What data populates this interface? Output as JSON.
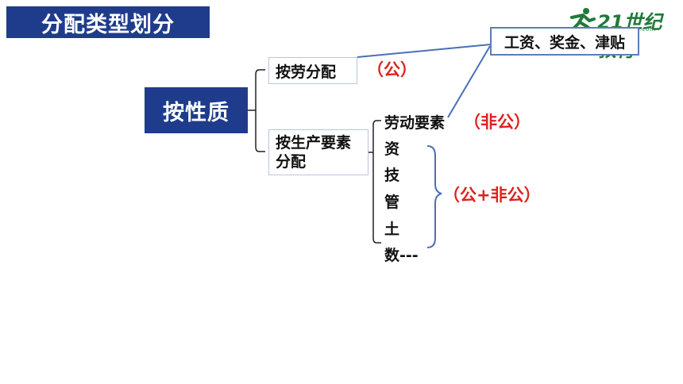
{
  "title": "分配类型划分",
  "logo": {
    "text": "21世纪教育",
    "sub": "www.21cnjy.com"
  },
  "root": "按性质",
  "labor_box": "按劳分配",
  "labor_tag": "（公）",
  "wage_box": "工资、奖金、津贴",
  "production_box": {
    "line1": "按生产要素",
    "line2": "分配"
  },
  "factors": [
    "劳动要素",
    "资",
    "技",
    "管",
    "土",
    "数---"
  ],
  "labor_factor_tag": "（非公）",
  "mixed_tag": "（公+非公）",
  "colors": {
    "title_bg": "#1f3c8c",
    "tag_red": "#e0211d",
    "connector_blue": "#4a6fb5"
  }
}
